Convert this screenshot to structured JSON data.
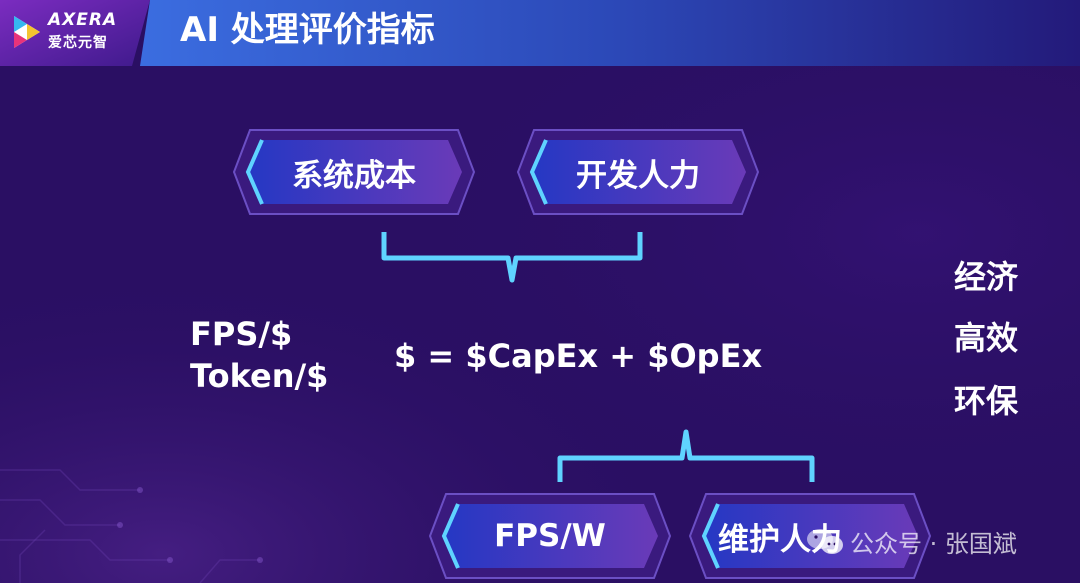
{
  "header": {
    "logo_latin": "AXERA",
    "logo_cn": "爱芯元智",
    "title": "AI 处理评价指标"
  },
  "top_boxes": [
    "系统成本",
    "开发人力"
  ],
  "metrics": [
    "FPS/$",
    "Token/$"
  ],
  "formula": "$ = $CapEx + $OpEx",
  "bottom_boxes": [
    "FPS/W",
    "维护人力"
  ],
  "qualities": [
    "经济",
    "高效",
    "环保"
  ],
  "watermark": "公众号 · 张国斌",
  "colors": {
    "background": "#2a0f63",
    "header_band": "#2c49b8",
    "logo_band": "#5a1fa0",
    "bracket": "#5fd3ff",
    "box_fill_left": "#2a3fc9",
    "box_fill_right": "#6a3ab8",
    "box_outline": "#6b4fc4"
  }
}
